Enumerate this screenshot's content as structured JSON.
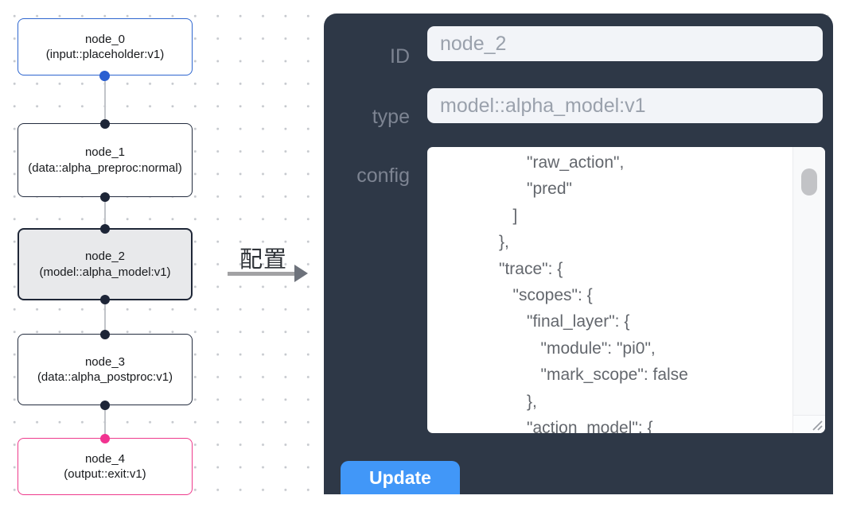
{
  "canvas": {
    "nodes": [
      {
        "id": "node_0",
        "type_line": "(input::placeholder:v1)"
      },
      {
        "id": "node_1",
        "type_line": "(data::alpha_preproc:normal)"
      },
      {
        "id": "node_2",
        "type_line": "(model::alpha_model:v1)"
      },
      {
        "id": "node_3",
        "type_line": "(data::alpha_postproc:v1)"
      },
      {
        "id": "node_4",
        "type_line": "(output::exit:v1)"
      }
    ]
  },
  "annotation": {
    "label": "配置"
  },
  "panel": {
    "id_label": "ID",
    "id_value": "node_2",
    "type_label": "type",
    "type_value": "model::alpha_model:v1",
    "config_label": "config",
    "config_text": "                  \"raw_action\",\n                  \"pred\"\n               ]\n            },\n            \"trace\": {\n               \"scopes\": {\n                  \"final_layer\": {\n                     \"module\": \"pi0\",\n                     \"mark_scope\": false\n                  },\n                  \"action_model\": {",
    "update_label": "Update"
  },
  "colors": {
    "panel_bg": "#2e3847",
    "accent_blue": "#4197f8",
    "node_default_border": "#232c3e",
    "node_input_border": "#2e66cf",
    "node_output_border": "#ee3a8c",
    "node_selected_bg": "#e8e9eb",
    "port_dot": "#1d2537",
    "port_dot_blue": "#2a5fd1",
    "port_dot_pink": "#f13390",
    "grid_dot": "#c6c9ce"
  }
}
